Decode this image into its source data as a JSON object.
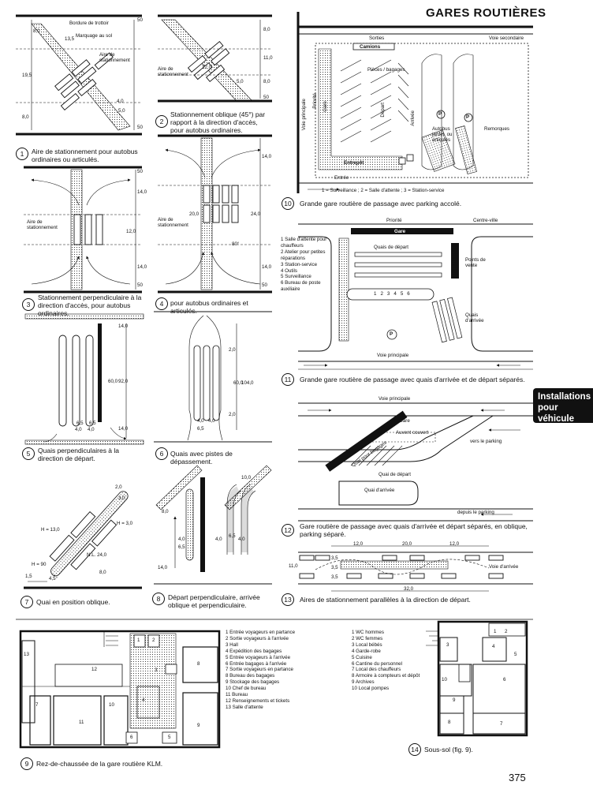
{
  "page": {
    "title": "GARES ROUTIÈRES",
    "tab_line1": "Installations",
    "tab_line2": "pour véhicule",
    "page_number": "375"
  },
  "figures": {
    "f1": {
      "num": "1",
      "caption": "Aire de stationnement pour autobus ordinaires ou articulés.",
      "labels": {
        "bordure": "Bordure de trottoir",
        "marquage": "Marquage au sol",
        "aire": "Aire de stationnement"
      },
      "dims": [
        "8,0",
        "13,5",
        "19,5",
        "8,0",
        "50",
        "50",
        "4,0",
        "5,0"
      ]
    },
    "f2": {
      "num": "2",
      "caption": "Stationnement oblique (45°) par rapport à la direction d'accès, pour autobus ordinaires.",
      "labels": {
        "aire": "Aire de stationnement"
      },
      "dims": [
        "8,0",
        "11,0",
        "12,0",
        "5,0",
        "50",
        "8,0"
      ]
    },
    "f3": {
      "num": "3",
      "caption": "Stationnement perpendiculaire à la direction d'accès, pour autobus ordinaires.",
      "labels": {
        "aire": "Aire de stationnement"
      },
      "dims": [
        "50",
        "14,0",
        "12,0",
        "14,0",
        "50"
      ]
    },
    "f4": {
      "num": "4",
      "caption": "pour autobus ordinaires et articulés.",
      "labels": {
        "aire": "Aire de stationnement"
      },
      "dims": [
        "14,0",
        "20,0",
        "24,0",
        "14,0",
        "50",
        "80°"
      ]
    },
    "f5": {
      "num": "5",
      "caption": "Quais perpendiculaires à la direction de départ.",
      "dims": [
        "14,0",
        "60,0",
        "92,0",
        "14,0",
        "6,5",
        "6,5",
        "4,0",
        "4,0"
      ]
    },
    "f6": {
      "num": "6",
      "caption": "Quais avec pistes de dépassement.",
      "dims": [
        "2,0",
        "60,0",
        "104,0",
        "2,0",
        "4,0",
        "6,5",
        "4,0"
      ]
    },
    "f7": {
      "num": "7",
      "caption": "Quai en position oblique.",
      "dims": [
        "2,0",
        "3,0",
        "H = 13,0",
        "H = 3,0",
        "N.L. 24,0",
        "H = 90",
        "1,5",
        "4,5°",
        "8,0"
      ]
    },
    "f8": {
      "num": "8",
      "caption": "Départ perpendiculaire, arrivée oblique et perpendiculaire.",
      "dims": [
        "10,0",
        "8,0",
        "4,0",
        "6,5",
        "4,0",
        "6,5",
        "4,0",
        "14,0"
      ]
    },
    "f9": {
      "num": "9",
      "caption": "Rez-de-chaussée de la gare routière KLM.",
      "rooms": [
        "1",
        "2",
        "3",
        "4",
        "5",
        "6",
        "7",
        "8",
        "9",
        "10",
        "11",
        "12",
        "13"
      ],
      "legend": [
        "Entrée voyageurs en partance",
        "Sortie voyageurs à l'arrivée",
        "Hall",
        "Expédition des bagages",
        "Entrée voyageurs à l'arrivée",
        "Entrée bagages à l'arrivée",
        "Sortie voyageurs en partance",
        "Bureau des bagages",
        "Stockage des bagages",
        "Chef de bureau",
        "Bureau",
        "Renseignements et tickets",
        "Salle d'attente"
      ]
    },
    "f10": {
      "num": "10",
      "caption": "Grande gare routière de passage avec parking accolé.",
      "labels": {
        "sorties": "Sorties",
        "voie_sec": "Voie secondaire",
        "camions": "Camions",
        "pieces": "Pièces / bagages",
        "priorite": "Priorité",
        "gare": "Gare",
        "voie_princ": "Voie principale",
        "depart": "Départ",
        "arrivee": "Arrivée",
        "autobus": "Autobus jardin. ou articulés",
        "remorques": "Remorques",
        "entrepot": "Entrepôt",
        "entree": "Entrée",
        "p": "P",
        "legend": "1 = Surveillance ; 2 = Salle d'attente ; 3 = Station-service"
      }
    },
    "f11": {
      "num": "11",
      "caption": "Grande gare routière de passage avec quais d'arrivée et de départ séparés.",
      "labels": {
        "priorite": "Priorité",
        "centre": "Centre-ville",
        "gare": "Gare",
        "quais_dep": "Quais de départ",
        "points": "Points de vente",
        "quais_arr": "Quais d'arrivée",
        "voie_princ": "Voie principale",
        "p": "P"
      },
      "legend": [
        "Salle d'attente pour chauffeurs",
        "Atelier pour petites réparations",
        "Station-service",
        "Outils",
        "Surveillance",
        "Bureau de poste auxiliaire"
      ],
      "strip": [
        "1",
        "2",
        "3",
        "4",
        "5",
        "6"
      ]
    },
    "f12": {
      "num": "12",
      "caption": "Gare routière de passage avec quais d'arrivée et départ séparés, en oblique, parking séparé.",
      "labels": {
        "voie_princ": "Voie principale",
        "gare": "Gare",
        "auvent": "Auvent couvert",
        "quai_pour": "Quai pour bagages",
        "vers_parking": "vers le parking",
        "quai_dep": "Quai de départ",
        "quai_arr": "Quai d'arrivée",
        "depuis": "depuis le parking"
      }
    },
    "f13": {
      "num": "13",
      "caption": "Aires de stationnement parallèles à la direction de départ.",
      "labels": {
        "voie_arr": "Voie d'arrivée"
      },
      "dims": [
        "12,0",
        "20,0",
        "12,0",
        "32,0",
        "11,0",
        "3,5",
        "3,5",
        "3,5"
      ]
    },
    "f14": {
      "num": "14",
      "caption": "Sous-sol (fig. 9).",
      "rooms": [
        "1",
        "2",
        "3",
        "4",
        "5",
        "6",
        "7",
        "8",
        "9",
        "10"
      ],
      "legend": [
        "WC hommes",
        "WC femmes",
        "Local bébés",
        "Garde-robe",
        "Cuisine",
        "Cantine du personnel",
        "Local des chauffeurs",
        "Armoire à compteurs et dépôt",
        "Archives",
        "Local pompes"
      ]
    }
  }
}
